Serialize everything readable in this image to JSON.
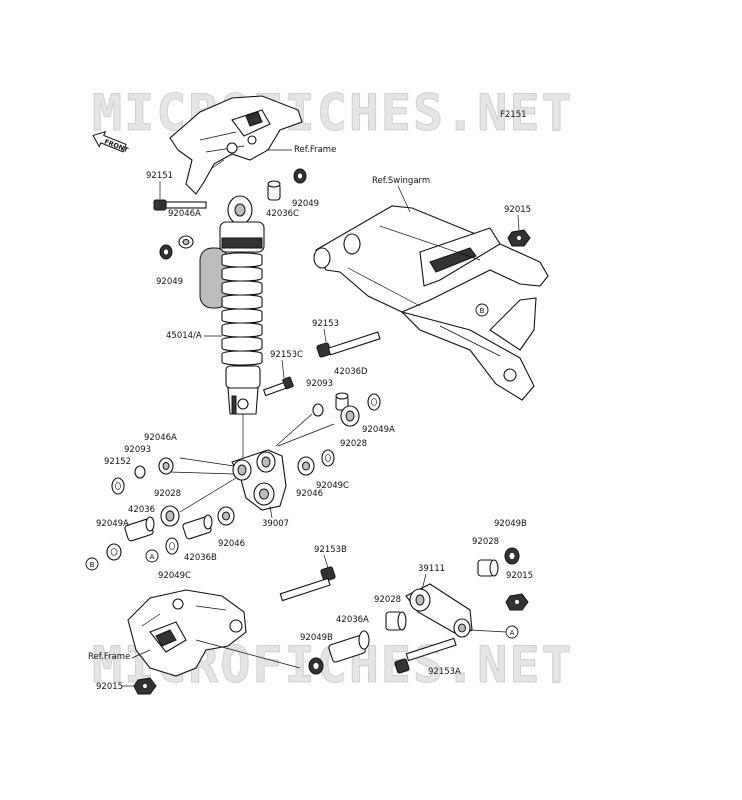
{
  "watermark": {
    "top": "MICROFICHES.NET",
    "bottom": "MICROFICHES.NET"
  },
  "figure_code": "F2151",
  "front_badge": "FRONT",
  "ref_labels": {
    "frame_top": "Ref.Frame",
    "swingarm": "Ref.Swingarm",
    "frame_bottom": "Ref.Frame"
  },
  "callouts": {
    "a": "A",
    "b": "B"
  },
  "part_labels": {
    "p92151": "92151",
    "p92046A_top": "92046A",
    "p42036C": "42036C",
    "p92049_top": "92049",
    "p92049_left": "92049",
    "p45014A": "45014/A",
    "p92153": "92153",
    "p92015_top": "92015",
    "p92153C": "92153C",
    "p92093_mid": "92093",
    "p42036D": "42036D",
    "p92028_mid": "92028",
    "p92049A_mid": "92049A",
    "p92046A_left": "92046A",
    "p92093_left": "92093",
    "p92152": "92152",
    "p92028_left": "92028",
    "p92046_mid": "92046",
    "p92049C_mid": "92049C",
    "p39007": "39007",
    "p92049A_left": "92049A",
    "p42036_left": "42036",
    "p42036B": "42036B",
    "p92046_low": "92046",
    "p92049C_low": "92049C",
    "p92153B": "92153B",
    "p39111": "39111",
    "p92028_right": "92028",
    "p92049B_right": "92049B",
    "p92015_right": "92015",
    "p92028_low": "92028",
    "p42036A": "42036A",
    "p92049B_low": "92049B",
    "p92153A": "92153A",
    "p92015_low": "92015"
  }
}
